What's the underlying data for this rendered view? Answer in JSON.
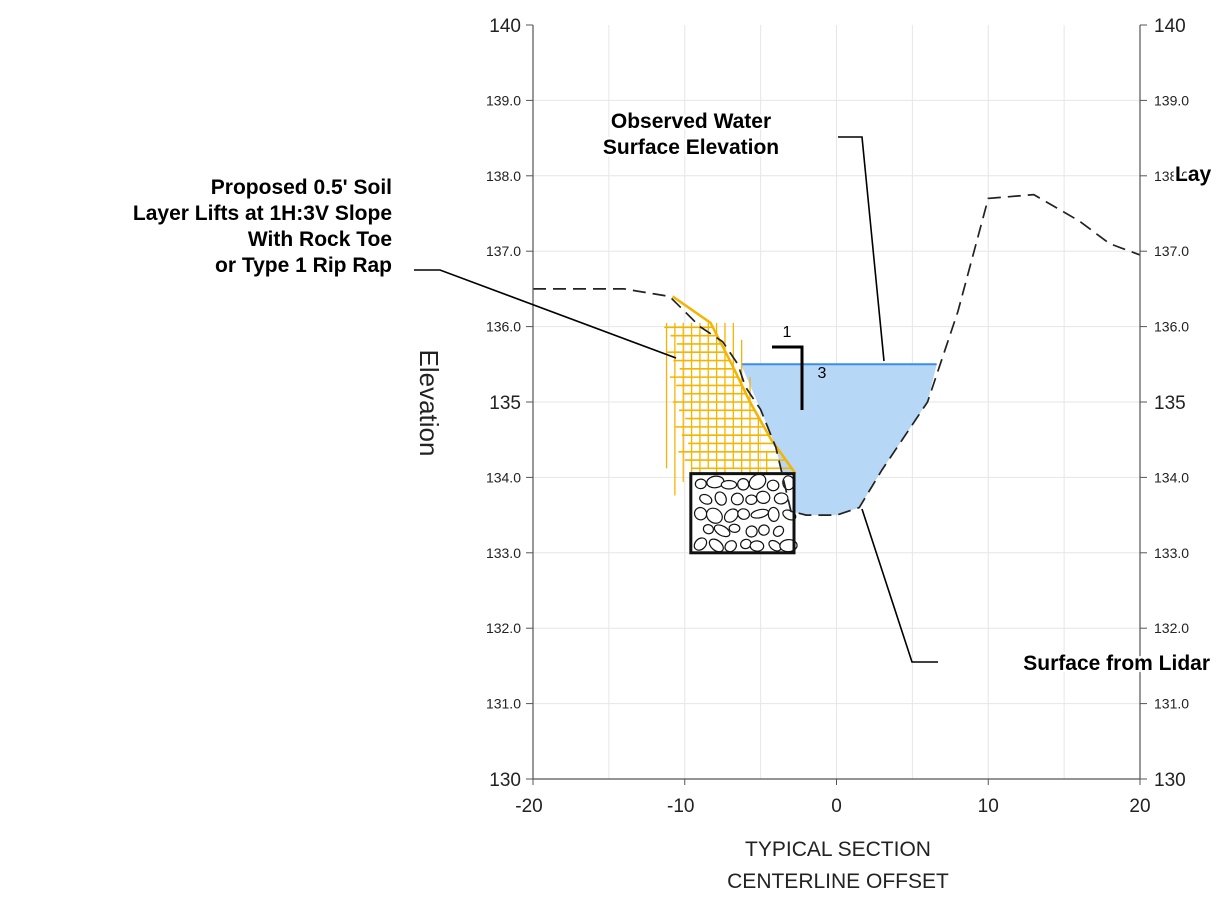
{
  "chart_data": {
    "type": "area",
    "xlabel": [
      "TYPICAL SECTION",
      "CENTERLINE OFFSET"
    ],
    "ylabel": "Elevation",
    "xlim": [
      -20,
      20
    ],
    "ylim": [
      130,
      140
    ],
    "x_ticks": [
      "-20",
      "-10",
      "0",
      "10",
      "20"
    ],
    "y_ticks_left": [
      "130",
      "131.0",
      "132.0",
      "133.0",
      "134.0",
      "135",
      "136.0",
      "137.0",
      "138.0",
      "139.0",
      "140"
    ],
    "y_ticks_right": [
      "130",
      "131.0",
      "132.0",
      "133.0",
      "134.0",
      "135",
      "136.0",
      "137.0",
      "138.0",
      "139.0",
      "140"
    ],
    "grid": true,
    "series": [
      {
        "style": "dashed",
        "x": [
          -20,
          -14,
          -11,
          -9,
          -7.5,
          -6.5,
          -6,
          -5,
          -4,
          -3,
          -2,
          -1,
          0,
          1.5,
          3,
          6,
          8,
          10,
          13,
          16,
          18,
          20
        ],
        "y": [
          136.5,
          136.5,
          136.4,
          136.0,
          135.8,
          135.5,
          135.2,
          134.9,
          134.4,
          133.55,
          133.5,
          133.5,
          133.5,
          133.6,
          134.1,
          135.0,
          136.2,
          137.7,
          137.75,
          137.4,
          137.1,
          136.95
        ]
      }
    ],
    "water": {
      "elevation": 135.5,
      "x": [
        -6.3,
        -5,
        -4,
        -3,
        -2,
        -1,
        0,
        1.5,
        3,
        6,
        6.6
      ],
      "y": [
        135.5,
        134.9,
        134.4,
        133.55,
        133.5,
        133.5,
        133.5,
        133.6,
        134.1,
        135.0,
        135.5
      ],
      "color": "#b7d7f7",
      "line_color": "#3a8ee6"
    },
    "rock_toe": {
      "x0": -9.6,
      "x1": -2.8,
      "y0": 133.0,
      "y1": 134.05
    },
    "soil_lifts": {
      "color": "#f5b400",
      "outline_x": [
        -10.8,
        -8.3,
        -6.9,
        -5.7,
        -4.3,
        -2.7,
        -10.0
      ],
      "outline_y": [
        136.4,
        136.05,
        135.5,
        135.0,
        134.5,
        134.05,
        134.05
      ]
    },
    "slope_indicator": {
      "run": "1",
      "rise": "3"
    },
    "annotations": [
      {
        "lines": [
          "Proposed 0.5' Soil",
          "Layer Lifts at 1H:3V Slope",
          "With Rock Toe",
          "or Type 1 Rip Rap"
        ]
      },
      {
        "lines": [
          "Observed Water",
          "Surface Elevation"
        ]
      },
      {
        "lines": [
          "Surface from Lidar"
        ]
      },
      {
        "lines": [
          "Lay"
        ]
      }
    ]
  }
}
